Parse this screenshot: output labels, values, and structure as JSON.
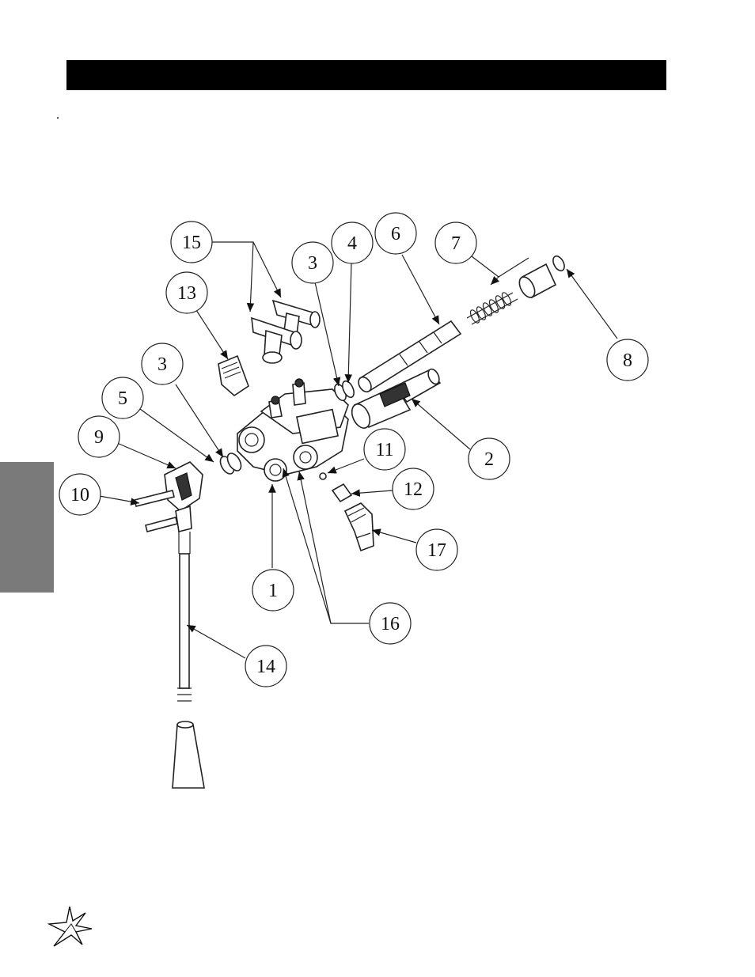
{
  "title_bar": {
    "text": "",
    "color": "#000000"
  },
  "side_tab": {
    "color": "#7a7a7a"
  },
  "callouts": [
    "15",
    "13",
    "3",
    "4",
    "6",
    "7",
    "8",
    "3",
    "5",
    "9",
    "10",
    "11",
    "12",
    "17",
    "2",
    "1",
    "16",
    "14"
  ],
  "logo": {
    "icon": "star-burst-logo-icon"
  },
  "colors": {
    "line": "#222222",
    "background": "#ffffff"
  }
}
